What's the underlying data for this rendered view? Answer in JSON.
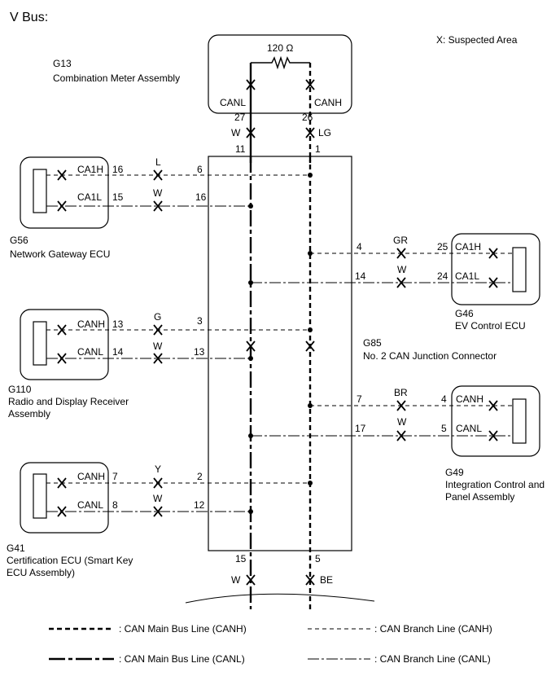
{
  "title": "V Bus:",
  "suspected_area_label": "X: Suspected Area",
  "resistor_label": "120 Ω",
  "junction": {
    "code": "G85",
    "name": "No. 2 CAN Junction Connector",
    "top_left_pin": "11",
    "top_right_pin": "1",
    "bottom_left_pin": "15",
    "bottom_right_pin": "5",
    "bottom_left_wire": "W",
    "bottom_right_wire": "BE"
  },
  "meter": {
    "code": "G13",
    "name": "Combination Meter Assembly",
    "canl_label": "CANL",
    "canh_label": "CANH",
    "canl_pin": "27",
    "canh_pin": "26",
    "canl_wire": "W",
    "canh_wire": "LG"
  },
  "g56": {
    "code": "G56",
    "name": "Network Gateway ECU",
    "h_label": "CA1H",
    "h_pin": "16",
    "h_wire": "L",
    "h_jpin": "6",
    "l_label": "CA1L",
    "l_pin": "15",
    "l_wire": "W",
    "l_jpin": "16"
  },
  "g46": {
    "code": "G46",
    "name": "EV Control ECU",
    "h_label": "CA1H",
    "h_pin": "25",
    "h_wire": "GR",
    "h_jpin": "4",
    "l_label": "CA1L",
    "l_pin": "24",
    "l_wire": "W",
    "l_jpin": "14"
  },
  "g110": {
    "code": "G110",
    "name_line1": "Radio and Display Receiver",
    "name_line2": "Assembly",
    "h_label": "CANH",
    "h_pin": "13",
    "h_wire": "G",
    "h_jpin": "3",
    "l_label": "CANL",
    "l_pin": "14",
    "l_wire": "W",
    "l_jpin": "13"
  },
  "g49": {
    "code": "G49",
    "name_line1": "Integration Control and",
    "name_line2": "Panel Assembly",
    "h_label": "CANH",
    "h_pin": "4",
    "h_wire": "BR",
    "h_jpin": "7",
    "l_label": "CANL",
    "l_pin": "5",
    "l_wire": "W",
    "l_jpin": "17"
  },
  "g41": {
    "code": "G41",
    "name_line1": "Certification ECU (Smart Key",
    "name_line2": "ECU Assembly)",
    "h_label": "CANH",
    "h_pin": "7",
    "h_wire": "Y",
    "h_jpin": "2",
    "l_label": "CANL",
    "l_pin": "8",
    "l_wire": "W",
    "l_jpin": "12"
  },
  "legend": {
    "main_canh": ": CAN Main Bus Line (CANH)",
    "branch_canh": ": CAN Branch Line (CANH)",
    "main_canl": ": CAN Main Bus Line (CANL)",
    "branch_canl": ": CAN Branch Line (CANL)"
  }
}
